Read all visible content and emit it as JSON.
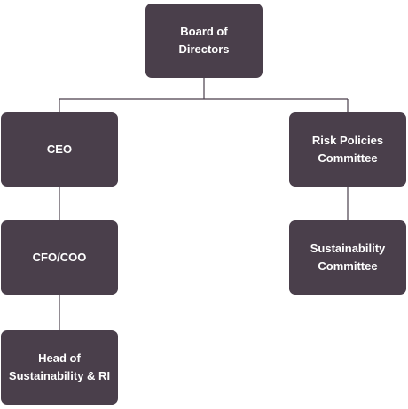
{
  "org_chart": {
    "box_color": "#4a3f4b",
    "line_color": "#4a3f4b",
    "text_color": "#ffffff",
    "nodes": {
      "board": {
        "label": "Board of\nDirectors"
      },
      "ceo": {
        "label": "CEO"
      },
      "risk": {
        "label": "Risk Policies\nCommittee"
      },
      "cfo": {
        "label": "CFO/COO"
      },
      "sustainability": {
        "label": "Sustainability\nCommittee"
      },
      "head": {
        "label": "Head of\nSustainability & RI"
      }
    },
    "edges": [
      {
        "from": "Board of Directors",
        "to": "CEO"
      },
      {
        "from": "Board of Directors",
        "to": "Risk Policies Committee"
      },
      {
        "from": "CEO",
        "to": "CFO/COO"
      },
      {
        "from": "CFO/COO",
        "to": "Head of Sustainability & RI"
      },
      {
        "from": "Risk Policies Committee",
        "to": "Sustainability Committee"
      }
    ]
  }
}
